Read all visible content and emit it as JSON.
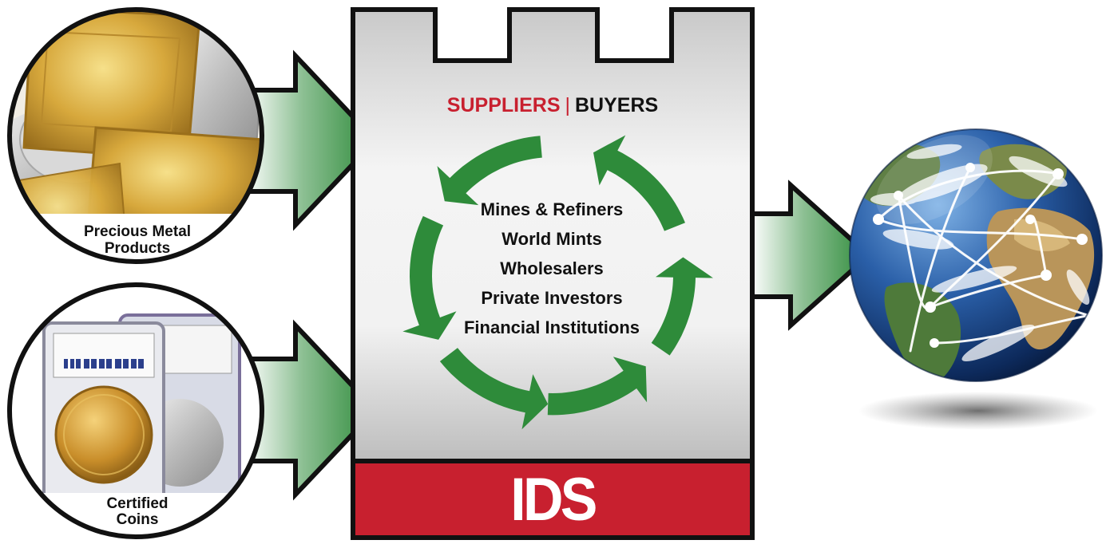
{
  "header": {
    "suppliers": "SUPPLIERS",
    "separator": "|",
    "buyers": "BUYERS"
  },
  "participants": [
    "Mines & Refiners",
    "World Mints",
    "Wholesalers",
    "Private Investors",
    "Financial Institutions"
  ],
  "inputs": {
    "metals": {
      "line1": "Precious Metal",
      "line2": "Products"
    },
    "coins": {
      "line1": "Certified",
      "line2": "Coins"
    }
  },
  "logo": {
    "text": "IDS"
  },
  "colors": {
    "brand_red": "#c8202f",
    "arrow_green": "#2e8b3a",
    "outline": "#111111",
    "panel_gray": "#d9d9d9"
  }
}
